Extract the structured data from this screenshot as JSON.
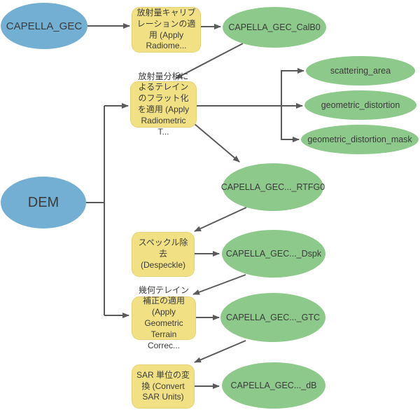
{
  "colors": {
    "input_node": "#73AFD3",
    "tool_node": "#F2E184",
    "tool_node_border": "#E6D276",
    "output_node": "#8DC98A",
    "connector": "#5A5A5A",
    "text": "#3B3B3B",
    "background": "#FFFFFF"
  },
  "nodes": {
    "capella_gec": {
      "label": "CAPELLA_GEC",
      "kind": "input"
    },
    "dem": {
      "label": "DEM",
      "kind": "input"
    },
    "apply_radiometric_calibration": {
      "label": "放射量キャリブレーションの適用 (Apply Radiome...",
      "kind": "tool"
    },
    "capella_gec_calb0": {
      "label": "CAPELLA_GEC_CalB0",
      "kind": "output"
    },
    "apply_radiometric_terrain_flattening": {
      "label": "放射量分析によるテレインのフラット化を適用 (Apply Radiometric T...",
      "kind": "tool"
    },
    "scattering_area": {
      "label": "scattering_area",
      "kind": "output"
    },
    "geometric_distortion": {
      "label": "geometric_distortion",
      "kind": "output"
    },
    "geometric_distortion_mask": {
      "label": "geometric_distortion_mask",
      "kind": "output"
    },
    "capella_gec_rtfg0": {
      "label": "CAPELLA_GEC..._RTFG0",
      "kind": "output"
    },
    "despeckle": {
      "label": "スペックル除去 (Despeckle)",
      "kind": "tool"
    },
    "capella_gec_dspk": {
      "label": "CAPELLA_GEC..._Dspk",
      "kind": "output"
    },
    "apply_geometric_terrain_correction": {
      "label": "幾何テレイン補正の適用 (Apply Geometric Terrain Correc...",
      "kind": "tool"
    },
    "capella_gec_gtc": {
      "label": "CAPELLA_GEC..._GTC",
      "kind": "output"
    },
    "convert_sar_units": {
      "label": "SAR 単位の変換 (Convert SAR Units)",
      "kind": "tool"
    },
    "capella_gec_db": {
      "label": "CAPELLA_GEC..._dB",
      "kind": "output"
    }
  },
  "edges": [
    {
      "from": "capella_gec",
      "to": "apply_radiometric_calibration"
    },
    {
      "from": "apply_radiometric_calibration",
      "to": "capella_gec_calb0"
    },
    {
      "from": "capella_gec_calb0",
      "to": "apply_radiometric_terrain_flattening"
    },
    {
      "from": "dem",
      "to": "apply_radiometric_terrain_flattening"
    },
    {
      "from": "dem",
      "to": "apply_geometric_terrain_correction"
    },
    {
      "from": "apply_radiometric_terrain_flattening",
      "to": "scattering_area"
    },
    {
      "from": "apply_radiometric_terrain_flattening",
      "to": "geometric_distortion"
    },
    {
      "from": "apply_radiometric_terrain_flattening",
      "to": "geometric_distortion_mask"
    },
    {
      "from": "apply_radiometric_terrain_flattening",
      "to": "capella_gec_rtfg0"
    },
    {
      "from": "capella_gec_rtfg0",
      "to": "despeckle"
    },
    {
      "from": "despeckle",
      "to": "capella_gec_dspk"
    },
    {
      "from": "capella_gec_dspk",
      "to": "apply_geometric_terrain_correction"
    },
    {
      "from": "apply_geometric_terrain_correction",
      "to": "capella_gec_gtc"
    },
    {
      "from": "capella_gec_gtc",
      "to": "convert_sar_units"
    },
    {
      "from": "convert_sar_units",
      "to": "capella_gec_db"
    }
  ]
}
